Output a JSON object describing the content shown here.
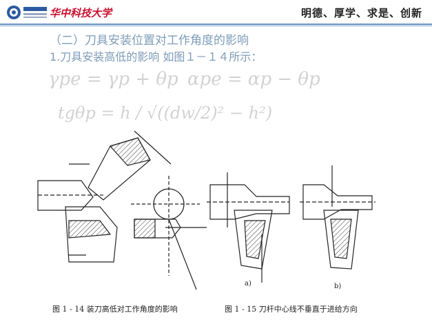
{
  "header": {
    "university_name": "华中科技大学",
    "motto": "明德、厚学、求是、创新"
  },
  "slide": {
    "title": "（二）刀具安装位置对工作角度的影响",
    "subtitle": "1.刀具安装高低的影响    如图１－１４所示："
  },
  "formulas": {
    "gamma": "γpe = γp + θp",
    "alpha": "αpe = αp − θp",
    "tan": "tgθp = h / √((dw/2)² − h²)"
  },
  "figures": {
    "fig14_caption": "图 1 - 14   装刀高低对工作角度的影响",
    "fig15_caption": "图 1 - 15   刀杆中心线不垂直于进给方向",
    "fig15a_label": "a)",
    "fig15b_label": "b)"
  },
  "colors": {
    "rule": "#7fa4cf",
    "title_text": "#7d9cb8",
    "formula_text": "#d2d2d2",
    "logo_red": "#c8102e"
  }
}
